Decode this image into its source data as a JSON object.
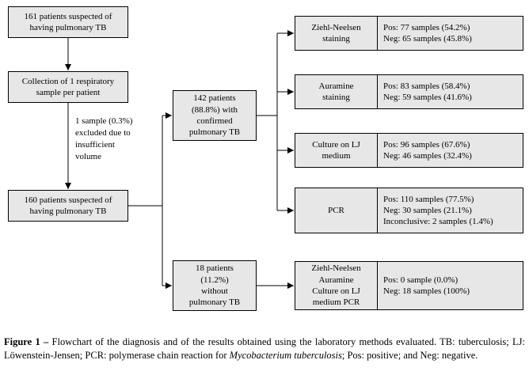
{
  "nodes": {
    "suspected161": "161 patients suspected of\nhaving pulmonary TB",
    "collection": "Collection of 1 respiratory\nsample per patient",
    "excluded_note": "1 sample (0.3%)\nexcluded due to\ninsufficient\nvolume",
    "suspected160": "160 patients suspected of\nhaving pulmonary TB",
    "confirmed": "142 patients\n(88.8%) with\nconfirmed\npulmonary TB",
    "without": "18 patients\n(11.2%)\nwithout\npulmonary TB"
  },
  "results": [
    {
      "method": "Ziehl-Neelsen\nstaining",
      "result": "Pos: 77 samples (54.2%)\nNeg: 65 samples (45.8%)"
    },
    {
      "method": "Auramine\nstaining",
      "result": "Pos: 83 samples (58.4%)\nNeg: 59 samples (41.6%)"
    },
    {
      "method": "Culture on LJ\nmedium",
      "result": "Pos: 96 samples (67.6%)\nNeg: 46 samples (32.4%)"
    },
    {
      "method": "PCR",
      "result": "Pos: 110 samples (77.5%)\nNeg: 30 samples (21.1%)\nInconclusive: 2 samples (1.4%)"
    },
    {
      "method": "Ziehl-Neelsen\nAuramine\nCulture on LJ\nmedium PCR",
      "result": "Pos: 0 sample (0.0%)\nNeg: 18 samples (100%)"
    }
  ],
  "caption": {
    "bold": "Figure 1 –",
    "normal1": "Flowchart of the diagnosis and of the results obtained using the laboratory methods evaluated. TB: tuberculosis; LJ: Löwenstein-Jensen; PCR: polymerase chain reaction for",
    "italic": "Mycobacterium tuberculosis",
    "normal2": "; Pos: positive; and Neg: negative."
  },
  "colors": {
    "box_fill": "#e7e7e7",
    "box_border": "#000000"
  }
}
